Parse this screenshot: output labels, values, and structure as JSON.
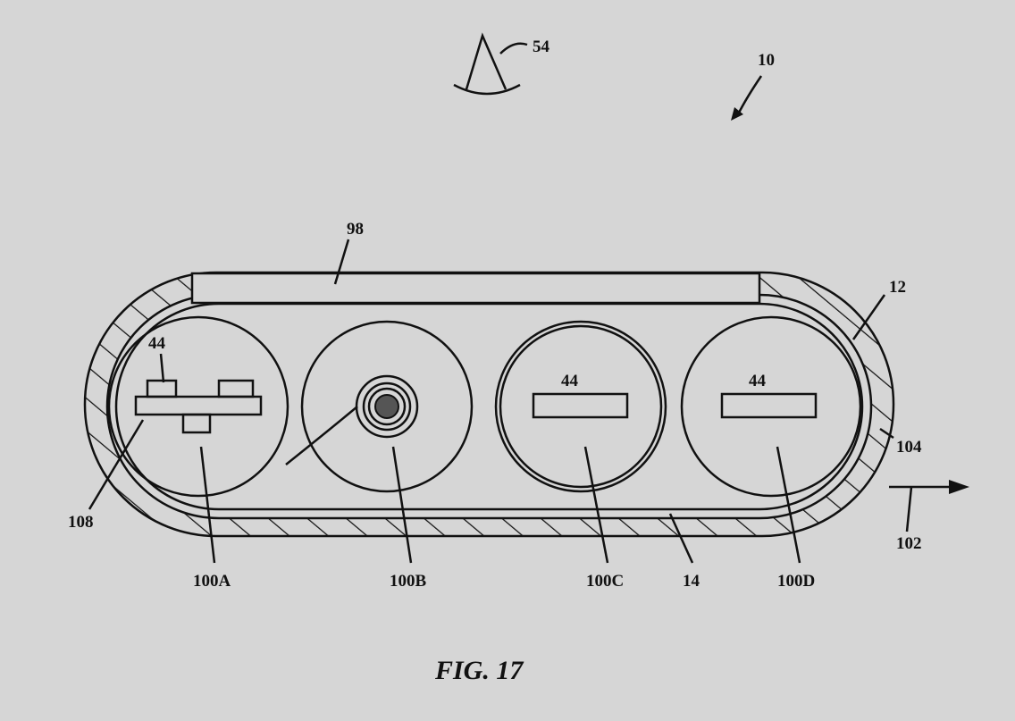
{
  "figure": {
    "caption": "FIG. 17",
    "labels": {
      "eye": "54",
      "device": "10",
      "window": "98",
      "housing": "12",
      "component_a": "44",
      "component_c": "44",
      "component_d": "44",
      "edge": "104",
      "direction": "102",
      "left_portion": "108",
      "roll_a": "100A",
      "roll_b": "100B",
      "roll_c": "100C",
      "display": "14",
      "roll_d": "100D"
    }
  }
}
